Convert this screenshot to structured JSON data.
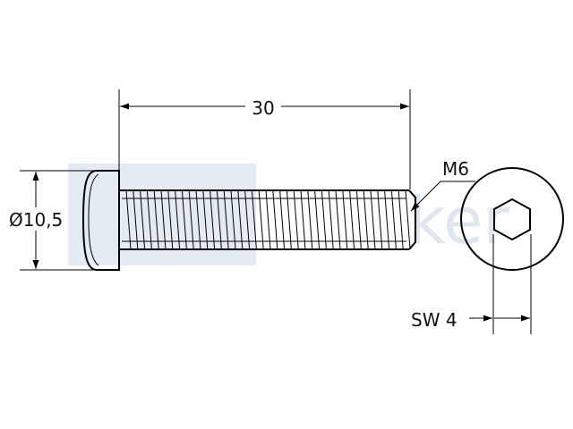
{
  "dimensions": {
    "length": "30",
    "diameter": "Ø10,5",
    "thread": "M6",
    "wrench_size": "SW 4"
  },
  "watermark": {
    "text": "ker",
    "color": "#dfe6ee",
    "block_color": "#e4ebf3"
  },
  "colors": {
    "lines": "#000000",
    "background": "#ffffff"
  }
}
